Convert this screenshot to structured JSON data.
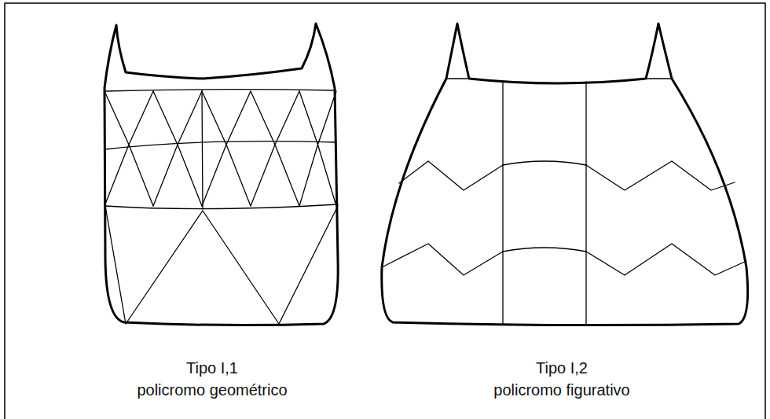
{
  "diagram": {
    "labels": [
      "Tipo I,1",
      "policromo geométrico",
      "Tipo I,2",
      "policromo figurativo"
    ]
  }
}
